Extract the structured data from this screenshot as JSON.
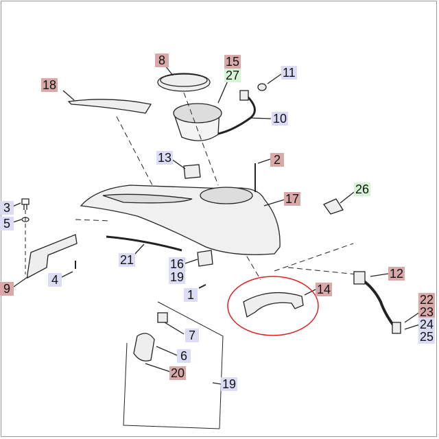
{
  "colors": {
    "parts_only": "#d9a9a9",
    "new_part": "#d4f4d4",
    "in_stock": "#dcdcf7",
    "highlight": "#e02020"
  },
  "callouts": {
    "p8": "8",
    "p15": "15",
    "p27": "27",
    "p11": "11",
    "p18": "18",
    "p10": "10",
    "p13": "13",
    "p2": "2",
    "p17": "17",
    "p26": "26",
    "p3": "3",
    "p5": "5",
    "p9": "9",
    "p4": "4",
    "p21": "21",
    "p16": "16",
    "p19a": "19",
    "p1": "1",
    "p14": "14",
    "p12": "12",
    "p22": "22",
    "p23": "23",
    "p24": "24",
    "p25": "25",
    "p7": "7",
    "p6": "6",
    "p20": "20",
    "p19b": "19"
  }
}
